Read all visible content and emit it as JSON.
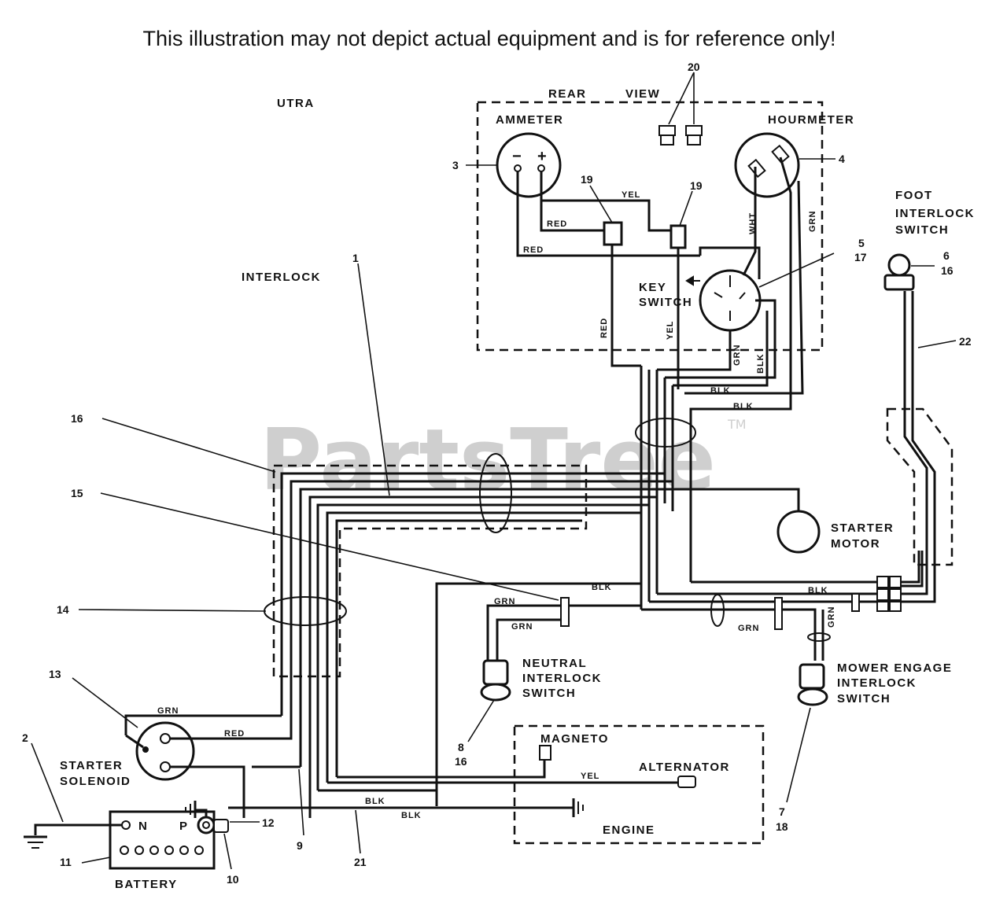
{
  "disclaimer": "This illustration may not depict actual equipment and is for reference only!",
  "watermark": "PartsTree",
  "watermark_tm": "TM",
  "model": "UTRA",
  "rear_view": {
    "rear": "REAR",
    "view": "VIEW"
  },
  "components": {
    "ammeter": "AMMETER",
    "hourmeter": "HOURMETER",
    "key_switch": [
      "KEY",
      "SWITCH"
    ],
    "foot_interlock_switch": [
      "FOOT",
      "INTERLOCK",
      "SWITCH"
    ],
    "interlock": "INTERLOCK",
    "starter_motor": [
      "STARTER",
      "MOTOR"
    ],
    "neutral_interlock_switch": [
      "NEUTRAL",
      "INTERLOCK",
      "SWITCH"
    ],
    "mower_engage_interlock_switch": [
      "MOWER ENGAGE",
      "INTERLOCK",
      "SWITCH"
    ],
    "starter_solenoid": [
      "STARTER",
      "SOLENOID"
    ],
    "magneto": "MAGNETO",
    "alternator": "ALTERNATOR",
    "engine": "ENGINE",
    "battery": "BATTERY",
    "battery_n": "N",
    "battery_p": "P",
    "ammeter_minus": "−",
    "ammeter_plus": "+"
  },
  "wire_colors": {
    "red": "RED",
    "yel": "YEL",
    "wht": "WHT",
    "grn": "GRN",
    "blk": "BLK"
  },
  "callouts": {
    "n1": "1",
    "n2": "2",
    "n3": "3",
    "n4": "4",
    "n5": "5",
    "n17": "17",
    "n6": "6",
    "n16a": "16",
    "n7": "7",
    "n18": "18",
    "n8": "8",
    "n16b": "16",
    "n9": "9",
    "n10": "10",
    "n11": "11",
    "n12": "12",
    "n13": "13",
    "n14": "14",
    "n15": "15",
    "n16c": "16",
    "n19a": "19",
    "n19b": "19",
    "n20": "20",
    "n21": "21",
    "n22": "22"
  }
}
